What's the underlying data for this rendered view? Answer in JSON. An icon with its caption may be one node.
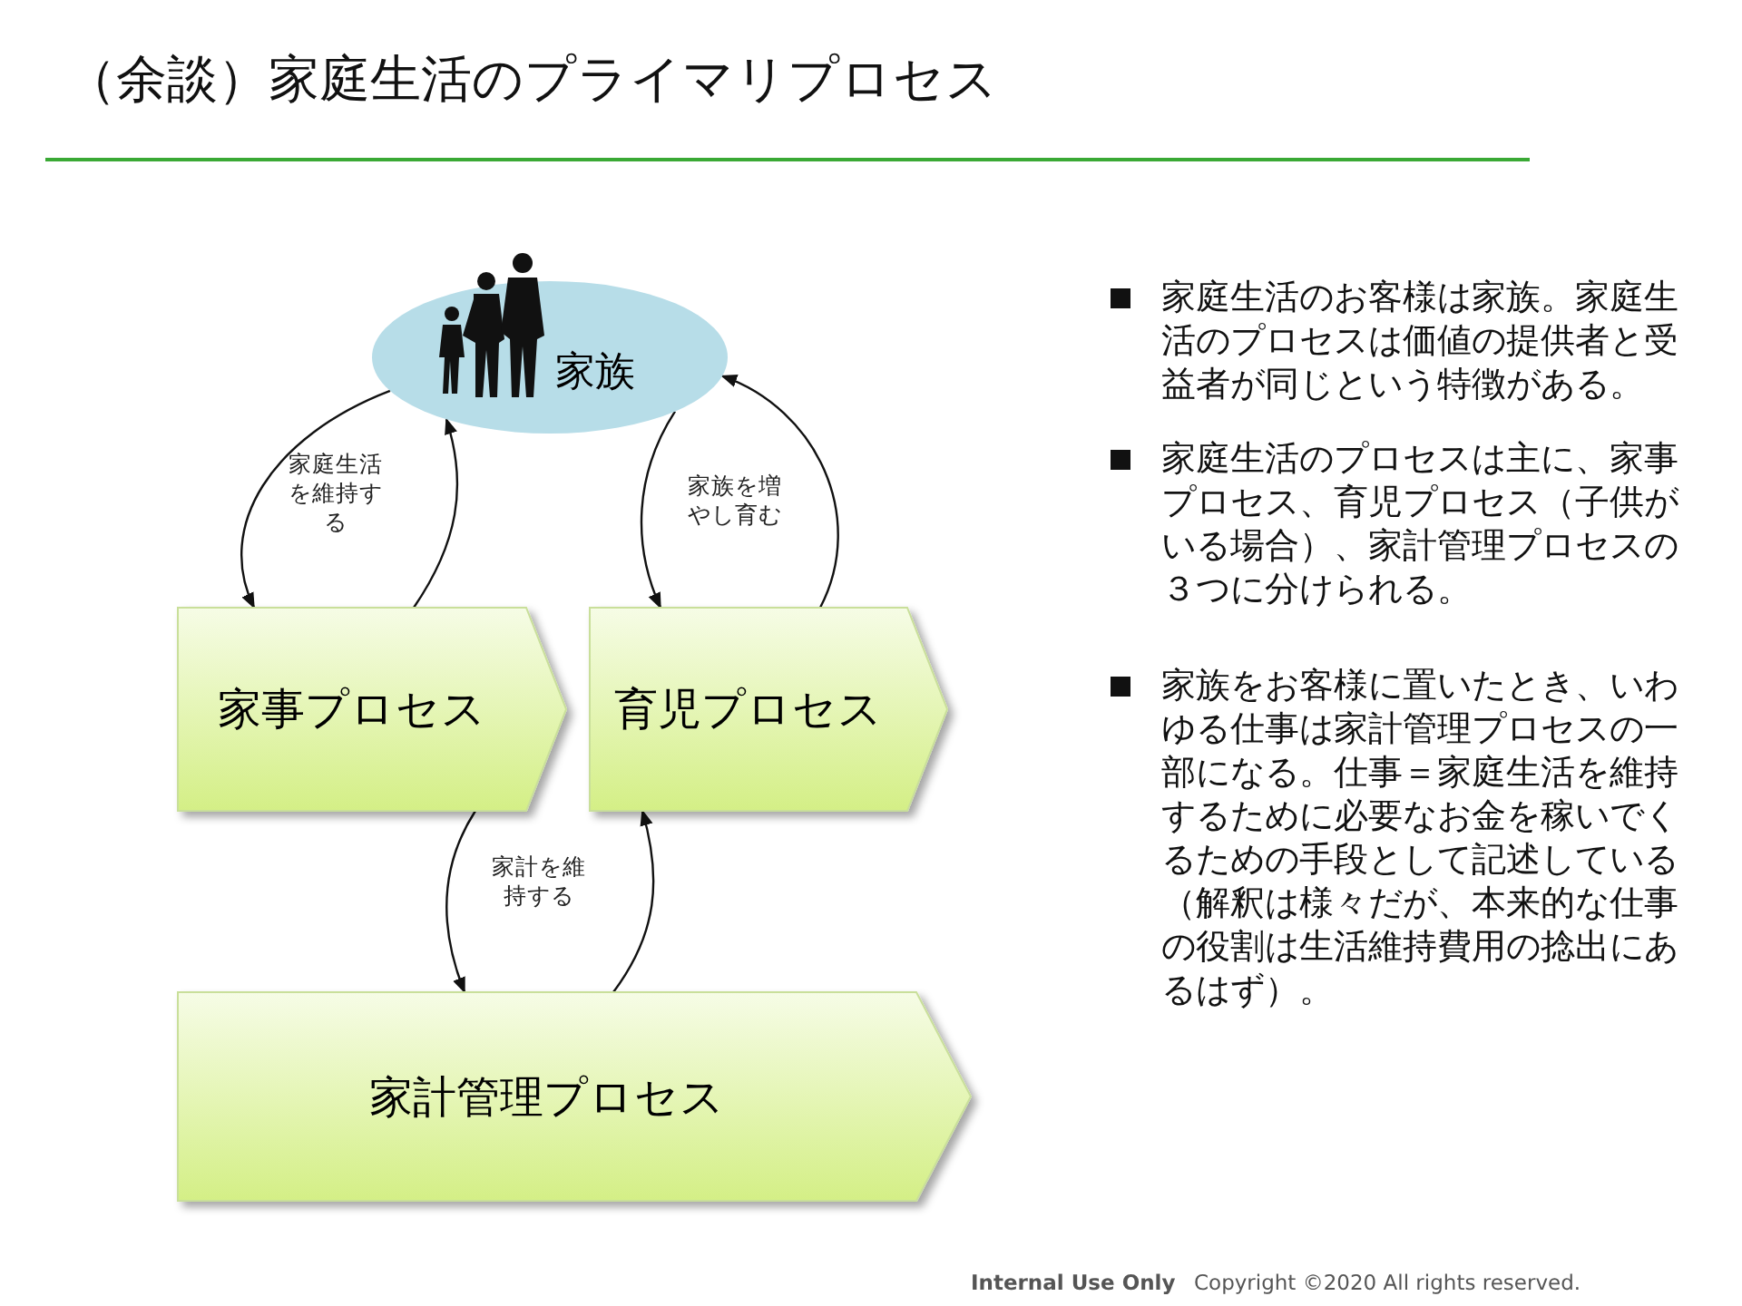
{
  "diagram": {
    "title": "（余談）家庭生活のプライマリプロセス",
    "nodes": [
      {
        "text": [
          "家族"
        ]
      },
      {
        "text": [
          "家事プロセス"
        ]
      },
      {
        "text": [
          "育児プロセス"
        ]
      },
      {
        "text": [
          "家計管理プロセス"
        ]
      }
    ],
    "edges": [
      {
        "from": 0,
        "to": 1,
        "arrow": "to",
        "label": "家庭生活を維持する"
      },
      {
        "from": 1,
        "to": 0,
        "arrow": "to"
      },
      {
        "from": 0,
        "to": 2,
        "arrow": "to",
        "label": "家族を増やし育む"
      },
      {
        "from": 2,
        "to": 0,
        "arrow": "to"
      },
      {
        "from": 1,
        "to": 3,
        "arrow": "to",
        "label": "家計を維持する"
      },
      {
        "from": 3,
        "to": 2,
        "arrow": "to"
      }
    ],
    "labels": [
      "家庭生活のお客様は家族。家庭生活のプロセスは価値の提供者と受益者が同じという特徴がある。",
      "家庭生活のプロセスは主に、家事プロセス、育児プロセス（子供がいる場合）、家計管理プロセスの３つに分けられる。",
      "家族をお客様に置いたとき、いわゆる仕事は家計管理プロセスの一部になる。仕事＝家庭生活を維持するために必要なお金を稼いでくるための手段として記述している（解釈は様々だが、本来的な仕事の役割は生活維持費用の捻出にあるはず）。",
      "Internal Use Only",
      "Copyright ©2020 All rights reserved."
    ]
  }
}
